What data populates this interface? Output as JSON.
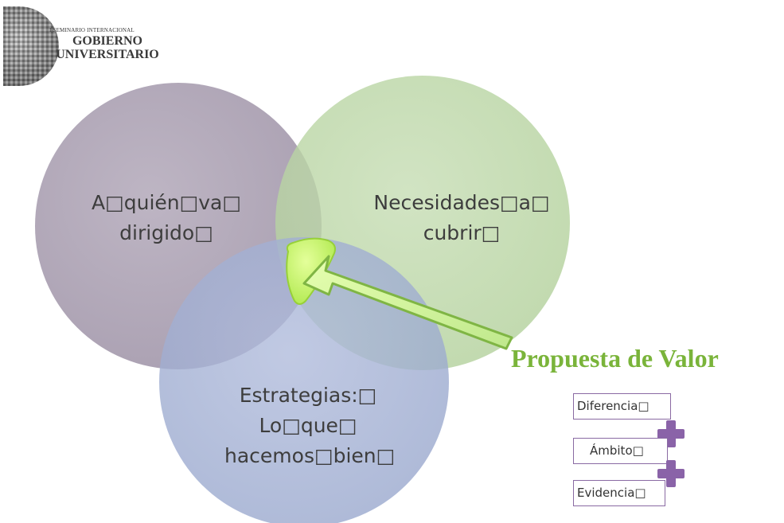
{
  "logo": {
    "small_text": "I SEMINARIO INTERNACIONAL",
    "line1": "GOBIERNO",
    "line2": "UNIVERSITARIO"
  },
  "venn": {
    "circle_purple": {
      "line1": "A□quién□va□",
      "line2": "dirigido□",
      "color": "#a095a8"
    },
    "circle_green": {
      "line1": "Necesidades□a□",
      "line2": "cubrir□",
      "color": "#b6d3a0"
    },
    "circle_blue": {
      "line1": "Estrategias:□",
      "line2": "Lo□que□",
      "line3": "hacemos□bien□",
      "color": "#9eacd0"
    },
    "highlight_color": "#c8f26e"
  },
  "proposal": {
    "title": "Propuesta de Valor",
    "title_color": "#7ab43a",
    "items": [
      {
        "label": "Diferencia□"
      },
      {
        "label": "Ámbito□"
      },
      {
        "label": "Evidencia□"
      }
    ],
    "connector": "plus-icon"
  }
}
